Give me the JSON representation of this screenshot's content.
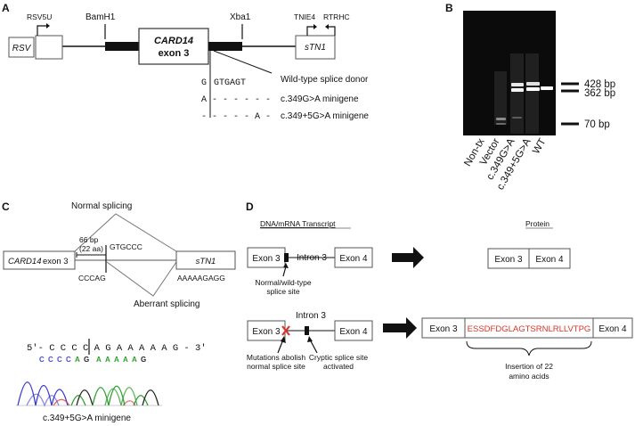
{
  "figure": {
    "panels": {
      "a": "A",
      "b": "B",
      "c": "C",
      "d": "D"
    },
    "panel_a": {
      "rsv": "RSV",
      "rsv5u": "RSV5U",
      "bamh1": "BamH1",
      "xba1": "Xba1",
      "tnie4": "TNIE4",
      "rtrhc": "RTRHC",
      "card14": "CARD14",
      "exon3": "exon 3",
      "stn1": "sTN1",
      "wt_seq_g": "G",
      "wt_seq_rest": "GTGAGT",
      "wt_label": "Wild-type splice donor",
      "mut1_seq": "A  - - - - - -",
      "mut1_label": "c.349G>A minigene",
      "mut2_seq": "-   - - - - A -",
      "mut2_label": "c.349+5G>A minigene"
    },
    "panel_b": {
      "bands": [
        "428 bp",
        "362 bp",
        "70 bp"
      ],
      "lanes": [
        "Non-tx",
        "Vector",
        "c.349G>A",
        "c.349+5G>A",
        "WT"
      ]
    },
    "panel_c": {
      "normal_splicing": "Normal splicing",
      "aberrant_splicing": "Aberrant splicing",
      "card14_exon3": "CARD14",
      "exon3_suffix": "exon 3",
      "stn1": "sTN1",
      "insert_bp": "66 bp",
      "insert_aa": "(22 aa)",
      "seq_top": "GTGCCC",
      "seq_bottom_left": "CCCAG",
      "seq_bottom_right": "AAAAAGAGG",
      "chromatogram_seq": "5'- C C C C A G  A A A A A G - 3'",
      "caption": "c.349+5G>A minigene"
    },
    "panel_d": {
      "header_dna": "DNA/mRNA Transcript",
      "header_protein": "Protein",
      "exon3": "Exon 3",
      "exon4": "Exon 4",
      "intron3": "Intron 3",
      "normal_site_label_1": "Normal/wild-type",
      "normal_site_label_2": "splice site",
      "abolish_label_1": "Mutations abolish",
      "abolish_label_2": "normal splice site",
      "cryptic_label_1": "Cryptic splice site",
      "cryptic_label_2": "activated",
      "inserted_peptide": "ESSDFDGLAGTSRNLRLLVTPG",
      "insertion_label_1": "Insertion of 22",
      "insertion_label_2": "amino acids"
    }
  }
}
